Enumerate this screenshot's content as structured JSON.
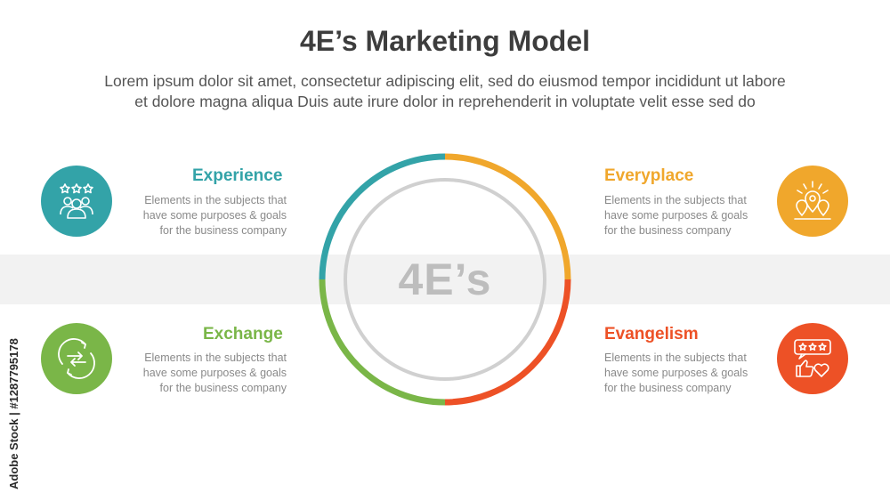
{
  "title": "4E’s Marketing Model",
  "subtitle_line1": "Lorem ipsum dolor sit amet, consectetur adipiscing elit, sed do eiusmod tempor incididunt ut labore",
  "subtitle_line2": "et dolore magna aliqua Duis aute irure dolor in reprehenderit in voluptate velit esse sed do",
  "center_label": "4E’s",
  "colors": {
    "experience": "#33a3a8",
    "everyplace": "#f0a72c",
    "exchange": "#7ab648",
    "evangelism": "#ed5126",
    "inner_ring": "#d0d0d0",
    "band": "#f2f2f2"
  },
  "items": {
    "experience": {
      "heading": "Experience",
      "line1": "Elements in the subjects that",
      "line2": "have  some purposes & goals",
      "line3": "for the  business company",
      "icon": "people-rating-icon"
    },
    "everyplace": {
      "heading": "Everyplace",
      "line1": "Elements in the subjects that",
      "line2": "have  some purposes & goals",
      "line3": "for the  business company",
      "icon": "location-pins-icon"
    },
    "exchange": {
      "heading": "Exchange",
      "line1": "Elements in the subjects that",
      "line2": "have  some purposes & goals",
      "line3": "for the  business company",
      "icon": "exchange-arrows-icon"
    },
    "evangelism": {
      "heading": "Evangelism",
      "line1": "Elements in the subjects that",
      "line2": "have  some purposes & goals",
      "line3": "for the  business company",
      "icon": "review-like-icon"
    }
  },
  "watermark": "Adobe Stock | #1287795178"
}
